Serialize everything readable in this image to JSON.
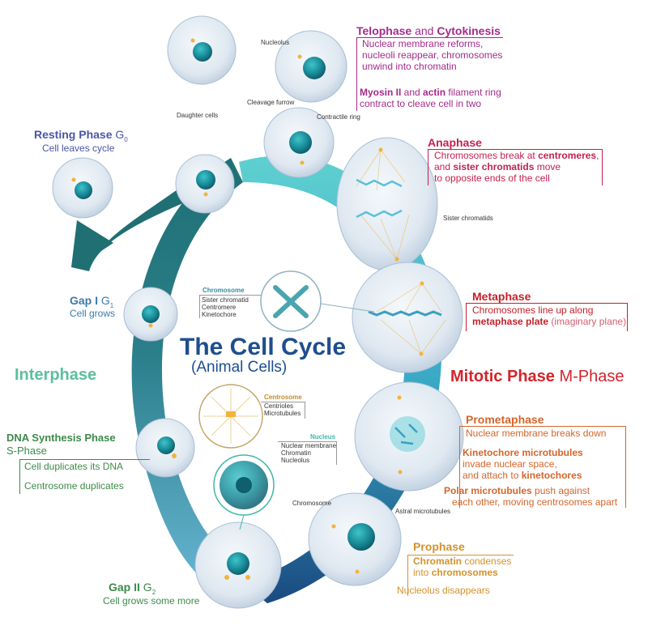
{
  "title": "The Cell Cycle",
  "subtitle": "(Animal Cells)",
  "interphase": "Interphase",
  "mitotic": {
    "name": "Mitotic Phase",
    "suffix": "M-Phase"
  },
  "resting": {
    "name": "Resting Phase",
    "suffix": "G",
    "sub": "0",
    "desc": "Cell leaves cycle"
  },
  "g1": {
    "name": "Gap I",
    "suffix": "G",
    "sub": "1",
    "desc": "Cell grows"
  },
  "s": {
    "name": "DNA Synthesis Phase",
    "suffix": "S-Phase",
    "desc1": "Cell duplicates its DNA",
    "desc2": "Centrosome duplicates"
  },
  "g2": {
    "name": "Gap II",
    "suffix": "G",
    "sub": "2",
    "desc": "Cell grows some more"
  },
  "prophase": {
    "name": "Prophase",
    "d1a": "Chromatin",
    "d1b": " condenses",
    "d1c": "into ",
    "d1d": "chromosomes",
    "d2": "Nucleolus disappears"
  },
  "prometaphase": {
    "name": "Prometaphase",
    "d1": "Nuclear membrane breaks down",
    "d2a": "Kinetochore microtubules",
    "d2b": "invade nuclear space,",
    "d2c": "and attach to ",
    "d2d": "kinetochores",
    "d3a": "Polar microtubules",
    "d3b": " push against",
    "d3c": "each other, moving centrosomes apart"
  },
  "metaphase": {
    "name": "Metaphase",
    "d1": "Chromosomes line up along",
    "d2a": "metaphase plate",
    "d2b": " (imaginary plane)"
  },
  "anaphase": {
    "name": "Anaphase",
    "d1a": "Chromosomes break at ",
    "d1b": "centromeres",
    "d1c": ",",
    "d2a": "and ",
    "d2b": "sister chromatids",
    "d2c": " move",
    "d3": "to opposite ends of the cell"
  },
  "telophase": {
    "name1": "Telophase",
    "and": " and ",
    "name2": "Cytokinesis",
    "d1": "Nuclear membrane reforms,",
    "d2": "nucleoli reappear, chromosomes",
    "d3": "unwind into chromatin",
    "d4a": "Myosin II",
    "d4b": " and ",
    "d4c": "actin",
    "d4d": " filament ring",
    "d5": "contract to cleave cell in two"
  },
  "small_labels": {
    "nucleolus": "Nucleolus",
    "cleavage_furrow": "Cleavage furrow",
    "contractile_ring": "Contractile ring",
    "daughter_cells": "Daughter cells",
    "sister_chromatids": "Sister chromatids",
    "chromosome_top": "Chromosome",
    "astral_microtubules": "Astral microtubules"
  },
  "inset_chromosome": {
    "title": "Chromosome",
    "items": [
      "Sister chromatid",
      "Centromere",
      "Kinetochore"
    ]
  },
  "inset_centrosome": {
    "title": "Centrosome",
    "items": [
      "Centrioles",
      "Microtubules"
    ]
  },
  "inset_nucleus": {
    "title": "Nucleus",
    "items": [
      "Nuclear membrane",
      "Chromatin",
      "Nucleolus"
    ]
  },
  "colors": {
    "title": "#1d4e8f",
    "interphase": "#5cbf9c",
    "mitotic": "#d4242b",
    "resting": "#4a56a8",
    "g1": "#3a7ca8",
    "s": "#3d8a4a",
    "g2": "#3d8a4a",
    "prophase": "#d4922b",
    "prometaphase": "#d4652b",
    "metaphase": "#c4202b",
    "anaphase": "#c42050",
    "telophase": "#a52a8a"
  }
}
